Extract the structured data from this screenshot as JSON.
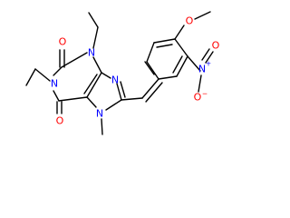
{
  "molecule": {
    "atoms": {
      "o_c2": "O",
      "o_c6": "O",
      "n3": "N",
      "n1": "N",
      "n9": "N",
      "n7": "N",
      "o_methoxy": "O",
      "n_nitro": "N",
      "nitro_charge": "+",
      "o_nitro_1": "O",
      "o_nitro_2": "O",
      "o_nitro_charge": "−"
    }
  },
  "colors": {
    "bond": "#000000",
    "oxygen": "#ff0000",
    "nitrogen": "#0000ff",
    "background": "#ffffff"
  }
}
